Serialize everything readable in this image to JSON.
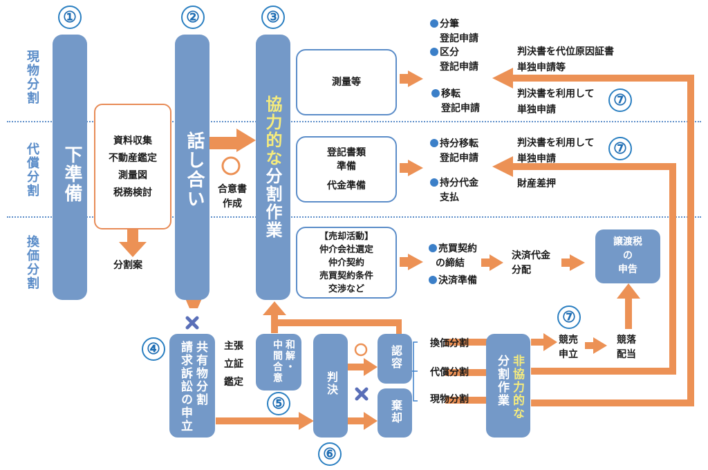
{
  "steps": {
    "s1": "①",
    "s2": "②",
    "s3": "③",
    "s4": "④",
    "s5": "⑤",
    "s6": "⑥",
    "s7": "⑦"
  },
  "lanes": [
    {
      "label": "現物分割"
    },
    {
      "label": "代償分割"
    },
    {
      "label": "換価分割"
    }
  ],
  "pillars": {
    "preparation": "下準備",
    "discussion": "話し合い",
    "cooperative_prefix": "協力的な",
    "cooperative_suffix": "分割作業"
  },
  "prep_box": {
    "lines": [
      "資料収集",
      "不動産鑑定",
      "測量図",
      "税務検討"
    ],
    "result": "分割案"
  },
  "agreement": {
    "symbol": "○",
    "lines": [
      "合意書",
      "作成"
    ]
  },
  "physical": {
    "box": "測量等",
    "items": [
      {
        "bullet": true,
        "lines": [
          "分筆",
          "登記申請"
        ]
      },
      {
        "bullet": true,
        "lines": [
          "区分",
          "登記申請"
        ]
      },
      {
        "bullet": true,
        "lines": [
          "移転",
          "登記申請"
        ]
      }
    ],
    "notes": [
      {
        "lines": [
          "判決書を代位原因証書",
          "単独申請等"
        ]
      },
      {
        "lines": [
          "判決書を利用して",
          "単独申請"
        ]
      }
    ]
  },
  "compensation": {
    "box": [
      "登記書類",
      "準備",
      "代金準備"
    ],
    "items": [
      {
        "bullet": true,
        "lines": [
          "持分移転",
          "登記申請"
        ]
      },
      {
        "bullet": true,
        "lines": [
          "持分代金",
          "支払"
        ]
      }
    ],
    "notes": [
      {
        "lines": [
          "判決書を利用して",
          "単独申請"
        ]
      },
      {
        "lines": [
          "財産差押"
        ]
      }
    ]
  },
  "sale": {
    "box": [
      "【売却活動】",
      "仲介会社選定",
      "仲介契約",
      "売買契約条件",
      "交渉など"
    ],
    "items": [
      {
        "bullet": true,
        "lines": [
          "売買契約",
          "の締結"
        ]
      },
      {
        "bullet": true,
        "lines": [
          "決済準備"
        ]
      }
    ],
    "settlement": [
      "決済代金",
      "分配"
    ],
    "tax": [
      "譲渡税",
      "の",
      "申告"
    ]
  },
  "litigation": {
    "cross": "✕",
    "suit": [
      "共有物分割",
      "請求訴訟の申立"
    ],
    "process": [
      "主張",
      "立証",
      "鑑定"
    ],
    "settlement": [
      "和解・",
      "中間合意"
    ],
    "judgment": "判決",
    "ok_symbol": "○",
    "ng_symbol": "✕",
    "accepted": "認容",
    "dismissed": "棄却",
    "methods": [
      "換価分割",
      "代償分割",
      "現物分割"
    ],
    "noncoop_prefix": "非協力的な",
    "noncoop_suffix": "分割作業",
    "auction_request": [
      "競売",
      "申立"
    ],
    "auction_dividend": [
      "競落",
      "配当"
    ]
  },
  "colors": {
    "pillar": "#7499c8",
    "arrow": "#ec9155",
    "accent_text": "#f6ec7c",
    "lane_text": "#5a8cc8",
    "step_circle": "#1e6db3"
  }
}
